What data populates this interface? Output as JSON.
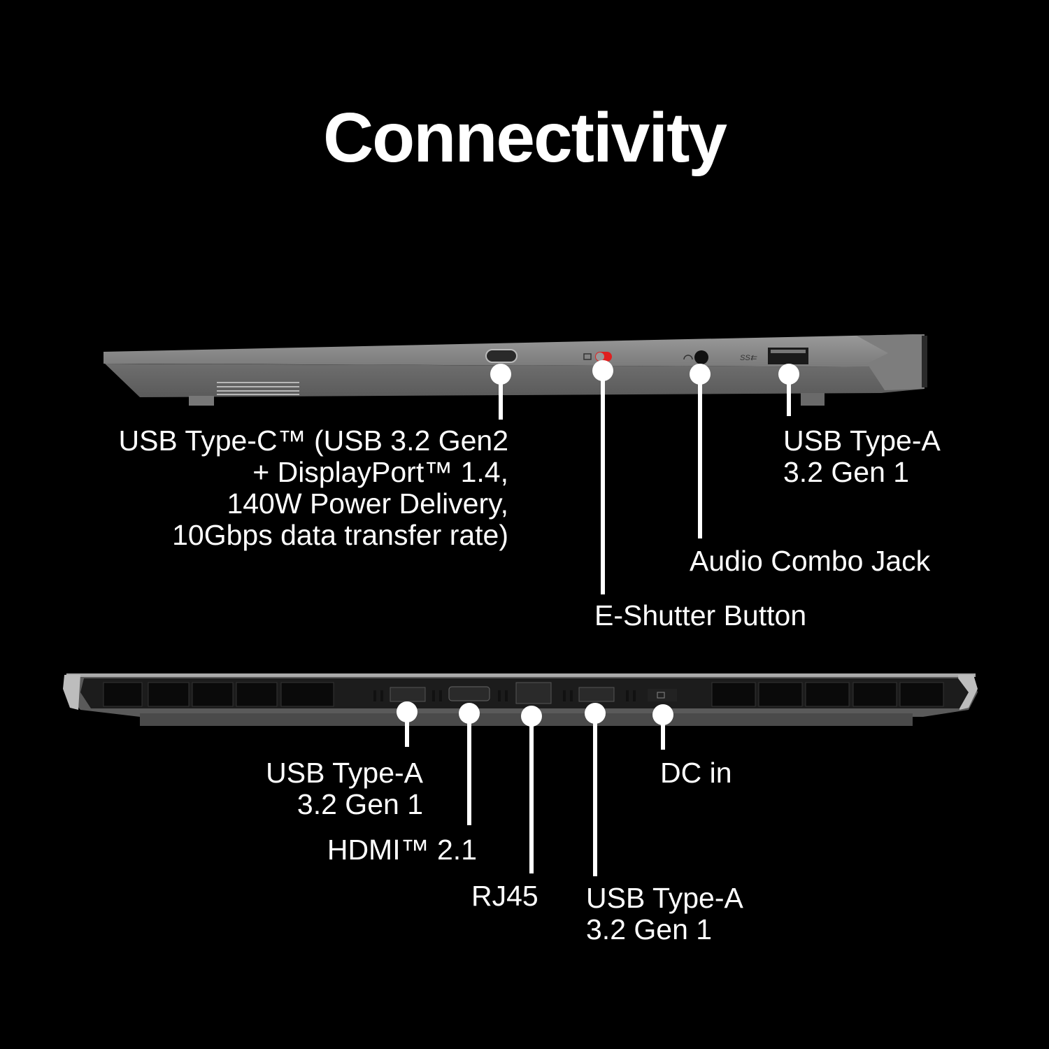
{
  "title": "Connectivity",
  "colors": {
    "background": "#000000",
    "text": "#ffffff",
    "chassis": "#8a8a8a",
    "shutter_red": "#e02020"
  },
  "side_view": {
    "ports": [
      {
        "id": "usb-c",
        "icon": "usb-c-port-icon",
        "label_lines": [
          "USB Type-C™ (USB 3.2 Gen2",
          "+ DisplayPort™ 1.4,",
          "140W Power Delivery,",
          "10Gbps data transfer rate)"
        ]
      },
      {
        "id": "e-shutter",
        "icon": "camera-shutter-switch-icon",
        "label_lines": [
          "E-Shutter Button"
        ]
      },
      {
        "id": "audio",
        "icon": "headset-jack-icon",
        "label_lines": [
          "Audio Combo Jack"
        ]
      },
      {
        "id": "usb-a-side",
        "icon": "usb-a-port-icon",
        "port_marking": "SS⇇",
        "label_lines": [
          "USB Type-A",
          "3.2 Gen 1"
        ]
      }
    ]
  },
  "rear_view": {
    "ports": [
      {
        "id": "usb-a-rear-1",
        "icon": "usb-a-port-icon",
        "label_lines": [
          "USB Type-A",
          "3.2 Gen 1"
        ]
      },
      {
        "id": "hdmi",
        "icon": "hdmi-port-icon",
        "label_lines": [
          "HDMI™ 2.1"
        ]
      },
      {
        "id": "rj45",
        "icon": "ethernet-port-icon",
        "label_lines": [
          "RJ45"
        ]
      },
      {
        "id": "usb-a-rear-2",
        "icon": "usb-a-port-icon",
        "label_lines": [
          "USB Type-A",
          "3.2 Gen 1"
        ]
      },
      {
        "id": "dc-in",
        "icon": "dc-in-port-icon",
        "label_lines": [
          "DC in"
        ]
      }
    ]
  }
}
